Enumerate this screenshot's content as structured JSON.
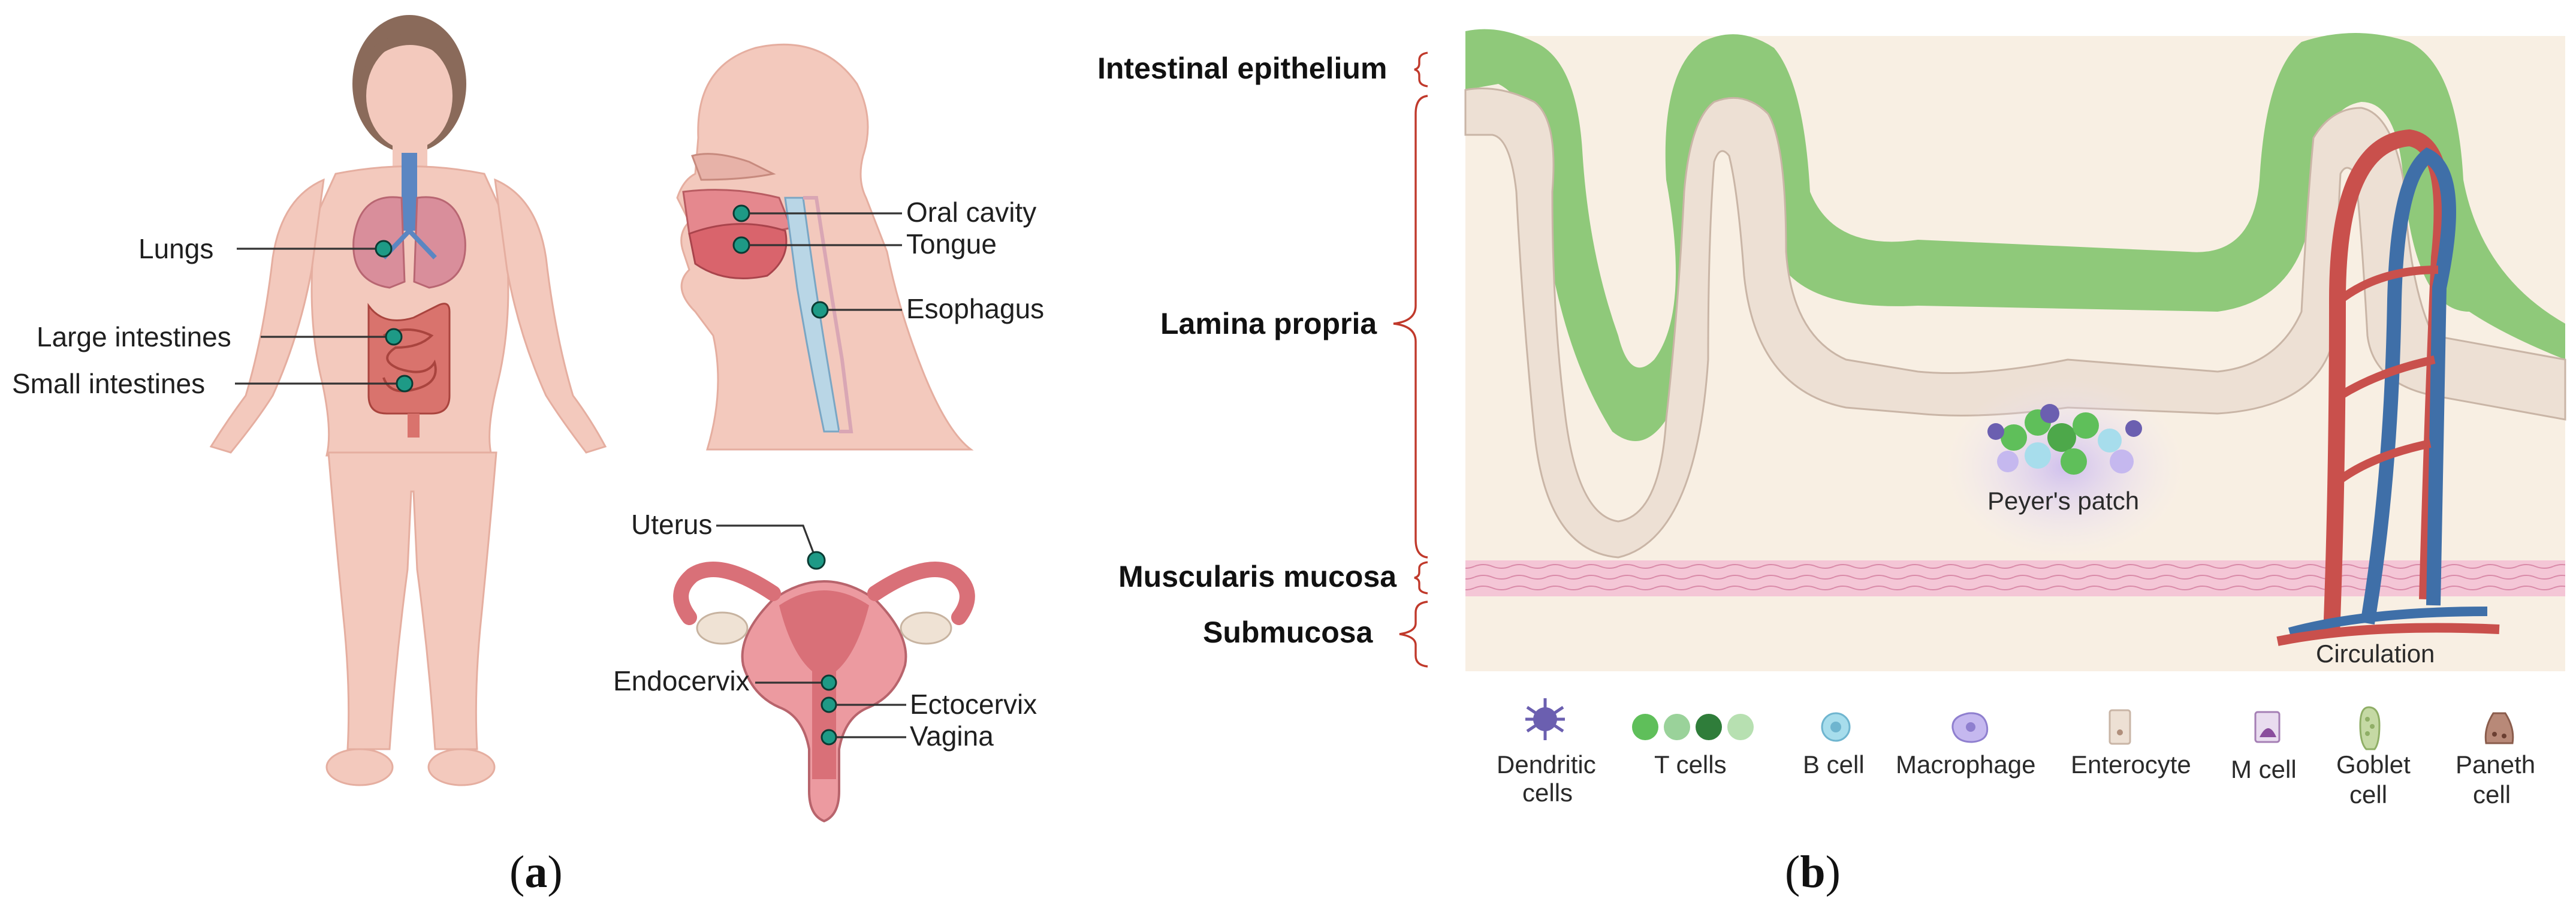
{
  "panel_a": {
    "label_open": "(",
    "label_letter": "a",
    "label_close": ")",
    "body_labels": {
      "lungs": "Lungs",
      "large_intestines": "Large intestines",
      "small_intestines": "Small intestines"
    },
    "head_labels": {
      "oral_cavity": "Oral cavity",
      "tongue": "Tongue",
      "esophagus": "Esophagus"
    },
    "repro_labels": {
      "uterus": "Uterus",
      "endocervix": "Endocervix",
      "ectocervix": "Ectocervix",
      "vagina": "Vagina"
    }
  },
  "panel_b": {
    "label_open": "(",
    "label_letter": "b",
    "label_close": ")",
    "layers": {
      "epithelium": "Intestinal epithelium",
      "lamina": "Lamina propria",
      "muscularis": "Muscularis mucosa",
      "submucosa": "Submucosa"
    },
    "peyers_patch": "Peyer's patch",
    "circulation": "Circulation",
    "legend": {
      "dendritic_1": "Dendritic",
      "dendritic_2": "cells",
      "t_cells": "T cells",
      "b_cell": "B cell",
      "macrophage": "Macrophage",
      "enterocyte": "Enterocyte",
      "m_cell": "M cell",
      "goblet_1": "Goblet",
      "goblet_2": "cell",
      "paneth_1": "Paneth",
      "paneth_2": "cell"
    }
  },
  "colors": {
    "skin": "#f3c9bd",
    "hair": "#8a6a5a",
    "mucus_green": "#8fc97a",
    "lamina_bg": "#f8efe3",
    "vessel_red": "#c9504c",
    "vessel_blue": "#3f6fa8",
    "dot": "#1e9a86",
    "brace": "#c0392b"
  }
}
